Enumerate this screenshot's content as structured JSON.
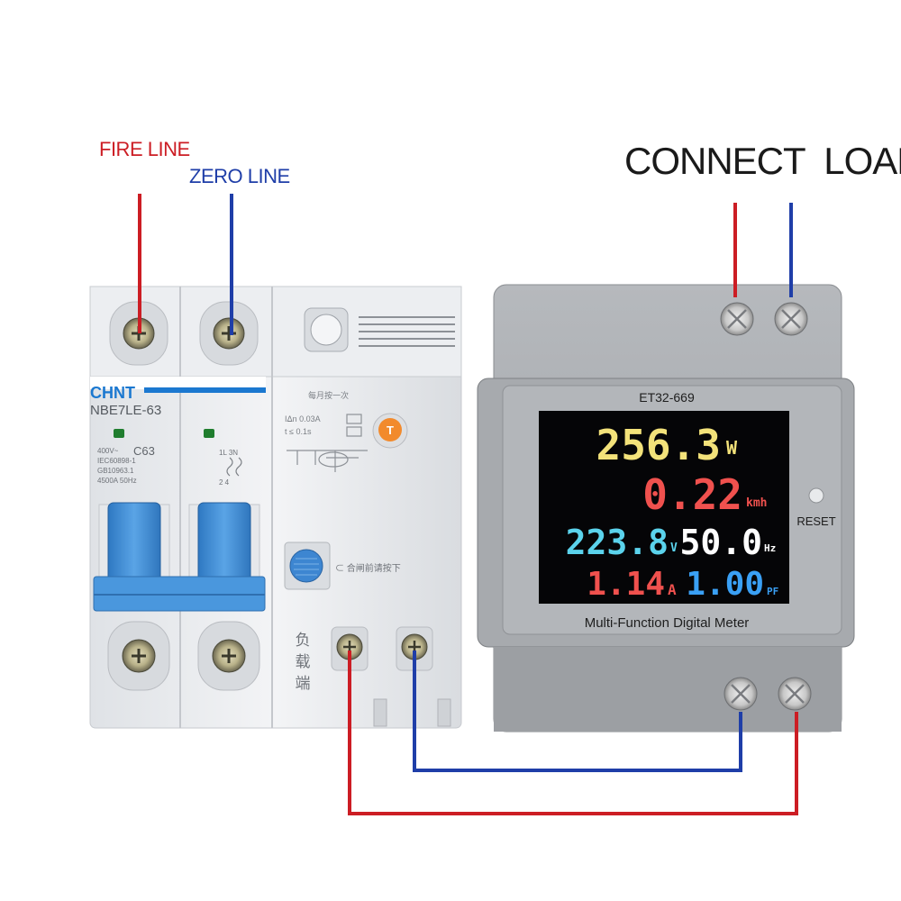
{
  "labels": {
    "fire_line": "FIRE LINE",
    "zero_line": "ZERO LINE",
    "connect_load": "CONNECT  LOAD"
  },
  "breaker": {
    "brand": "CHNT",
    "model": "NBE7LE-63",
    "rating": "C63",
    "voltage": "400V~",
    "standard_1": "IEC60898-1",
    "standard_2": "GB10963.1",
    "breaking": "4500A  50Hz",
    "monthly_note": "每月按一次",
    "residual_current": "Iᐃn  0.03A",
    "trip_time": "t  ≤  0.1s",
    "test_button": "T",
    "reset_note": "合闸前请按下",
    "terminal_1": "1L 3N",
    "terminal_2": "2  4",
    "load_side": [
      "负",
      "载",
      "端"
    ]
  },
  "meter": {
    "model": "ET32-669",
    "power_value": "256.3",
    "power_unit": "W",
    "energy_value": "0.22",
    "energy_unit": "kmh",
    "voltage_value": "223.8",
    "voltage_unit": "V",
    "frequency_value": "50.0",
    "frequency_unit": "Hz",
    "current_value": "1.14",
    "current_unit": "A",
    "pf_value": "1.00",
    "pf_unit": "PF",
    "reset_label": "RESET",
    "caption": "Multi-Function Digital Meter"
  },
  "colors": {
    "fire": "#cc1d24",
    "zero": "#1f3ea8",
    "power": "#f3e27a",
    "energy": "#f0514e",
    "voltage": "#5bd3ec",
    "frequency": "#ffffff",
    "current": "#f0514e",
    "pf": "#3aa0f5",
    "breaker_blue": "#3d8fd6"
  }
}
